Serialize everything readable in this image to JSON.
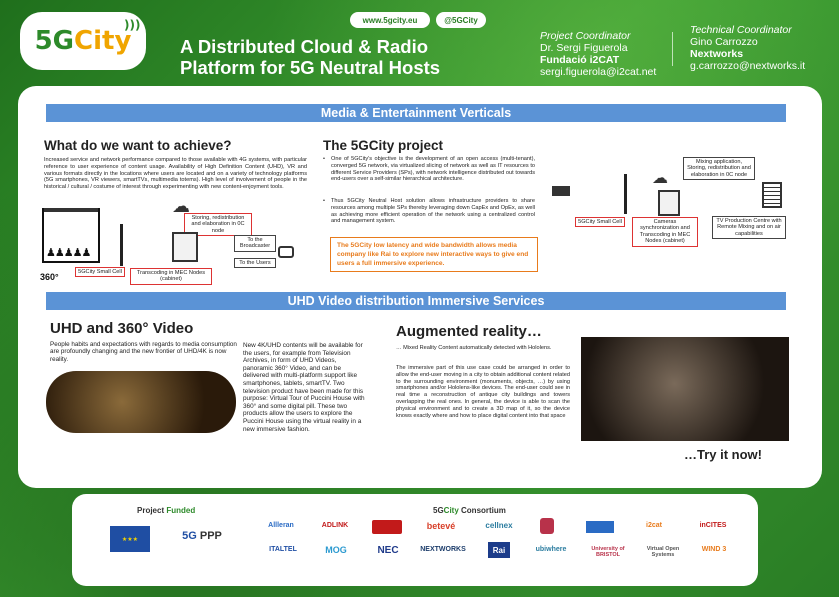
{
  "header": {
    "logo_text_a": "5G",
    "logo_text_b": "City",
    "title_line1": "A Distributed Cloud & Radio",
    "title_line2": "Platform for 5G Neutral Hosts",
    "website": "www.5gcity.eu",
    "twitter": "@5GCity",
    "project_coordinator": {
      "role": "Project Coordinator",
      "name": "Dr. Sergi Figuerola",
      "org": "Fundació i2CAT",
      "email": "sergi.figuerola@i2cat.net"
    },
    "technical_coordinator": {
      "role": "Technical Coordinator",
      "name": "Gino Carrozzo",
      "org": "Nextworks",
      "email": "g.carrozzo@nextworks.it"
    }
  },
  "section1": {
    "bar": "Media & Entertainment Verticals",
    "what": {
      "heading": "What do we want to achieve?",
      "body": "Increased service and network performance compared to those available with 4G systems, with particular reference to user experience of content usage. Availability of High Definition Content (UHD), VR and various formats directly in the locations where users are located and on a variety of technology platforms (5G smartphones, VR viewers, smartTVs, multimedia totems). High level of involvement of people in the historical / cultural / costume of interest through experimenting with new content-enjoyment tools."
    },
    "diagram1": {
      "storing": "Storing, redistribution and elaboration in 0C node",
      "broadcaster": "To the Broadcaster",
      "users": "To the Users",
      "small_cell": "5GCity Small Cell",
      "transcoding": "Transcoding in MEC Nodes (cabinet)",
      "badge": "360°"
    },
    "project": {
      "heading": "The 5GCity project",
      "bullet1": "One of 5GCity's objective is the development of an open access (multi-tenant), converged 5G network, via virtualized slicing of network as well as IT resources to different Service Providers (SPs), with network intelligence distributed out towards end-users over a self-similar hierarchical architecture.",
      "bullet2": "Thus 5GCity Neutral Host solution allows infrastructure providers to share resources among multiple SPs thereby leveraging down CapEx and OpEx, as well as achieving more efficient operation of the network using a centralized control and management system.",
      "highlight": "The 5GCity low latency and wide bandwidth allows media company like Rai to explore new  interactive ways to give end users a full immersive experience."
    },
    "diagram2": {
      "mixing": "Mixing application, Storing, redistribution and elaboration in 0C node",
      "small_cell": "5GCity Small Cell",
      "camera": "Cameras synchronization and Transcoding in MEC Nodes (cabinet)",
      "tv": "TV Production Centre with Remote Mixing and on air capabilities"
    }
  },
  "section2": {
    "bar": "UHD Video distribution Immersive Services",
    "uhd": {
      "heading": "UHD and 360° Video",
      "intro": "People habits and expectations with regards to media consumption are profoundly changing and the new frontier of UHD/4K is now reality.",
      "body": "New 4K/UHD contents will be available for the users, for example from Television Archives, in form of UHD Videos, panoramic 360° Video, and can be delivered with multi-platform support like smartphones, tablets, smartTV. Two television product have been made for this purpose: Virtual Tour of Puccini House with 360° and some digital pill. These two products allow the users to explore the Puccini House using the virtual reality in a new immersive fashion."
    },
    "ar": {
      "heading": "Augmented reality…",
      "line1": "… Mixed Reality Content automatically detected with Hololens.",
      "body": "The immersive part of this use case could be arranged in order to allow the end-user moving in a city to obtain additional content related to the surrounding environment (monuments, objects, …) by using smartphones and/or Hololens-like devices. The end-user could see in real time a reconstruction of antique city buildings and towers overlapping the real ones. In general, the device is able to scan the physical environment and to create a 3D map of it, so the device knows exactly where and how to place digital content into that space",
      "cta": "…Try it now!"
    }
  },
  "footer": {
    "funded_a": "Project ",
    "funded_b": "Funded",
    "consortium_a": "5G",
    "consortium_b": "City",
    "consortium_c": " Consortium",
    "ppp": "PPP",
    "partners": [
      "Allleran",
      "ADLINK",
      "",
      "betevé",
      "cellnex",
      "",
      "",
      "i2cat",
      "inCITES",
      "ITALTEL",
      "MOG",
      "NEC",
      "NEXTWORKS",
      "Rai",
      "ubiwhere",
      "University of BRISTOL",
      "Virtual Open Systems",
      "WIND 3"
    ],
    "colors": {
      "accent": "#e87b1c",
      "green": "#2d8a2a",
      "bar": "#5b93d6"
    }
  }
}
